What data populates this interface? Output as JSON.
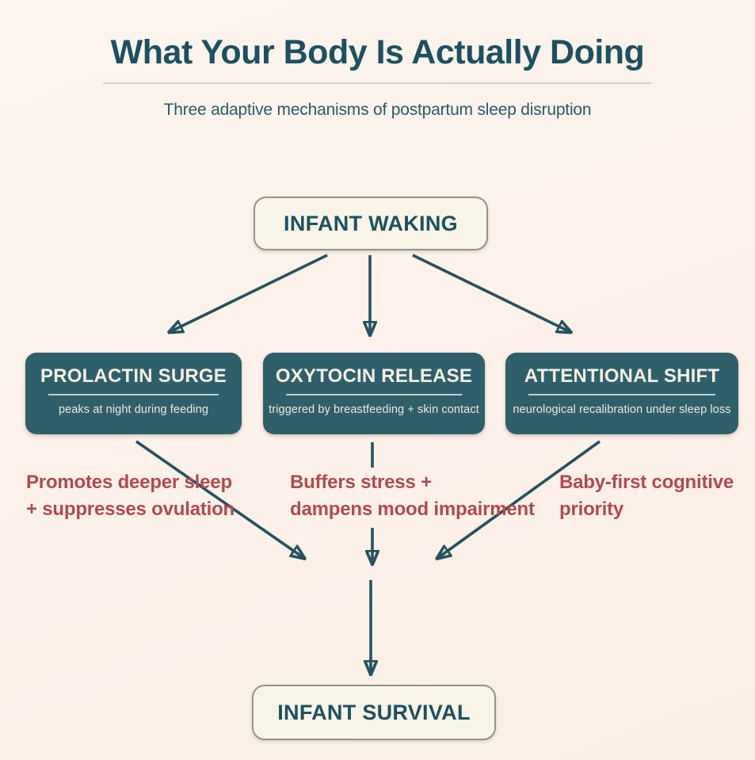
{
  "header": {
    "title": "What Your Body Is Actually Doing",
    "subtitle": "Three adaptive mechanisms of postpartum sleep disruption"
  },
  "flow": {
    "source": {
      "label": "INFANT WAKING"
    },
    "mechanisms": [
      {
        "title": "PROLACTIN SURGE",
        "detail": "peaks at night during feeding",
        "effect": [
          "Promotes deeper sleep",
          "+ suppresses ovulation"
        ]
      },
      {
        "title": "OXYTOCIN RELEASE",
        "detail": "triggered by breastfeeding + skin contact",
        "effect": [
          "Buffers stress +",
          "dampens mood impairment"
        ]
      },
      {
        "title": "ATTENTIONAL SHIFT",
        "detail": "neurological recalibration under sleep loss",
        "effect": [
          "Baby-first cognitive",
          "priority"
        ]
      }
    ],
    "outcome": {
      "label": "INFANT SURVIVAL"
    }
  },
  "colors": {
    "background": "#fcf1ea",
    "mechanism_box_teal": "#2f5f6a",
    "heading_teal": "#1d5060",
    "arrow_teal": "#26525e",
    "effect_red": "#b04a4e",
    "node_fill": "#f8f4e7",
    "node_border": "#94938b"
  }
}
